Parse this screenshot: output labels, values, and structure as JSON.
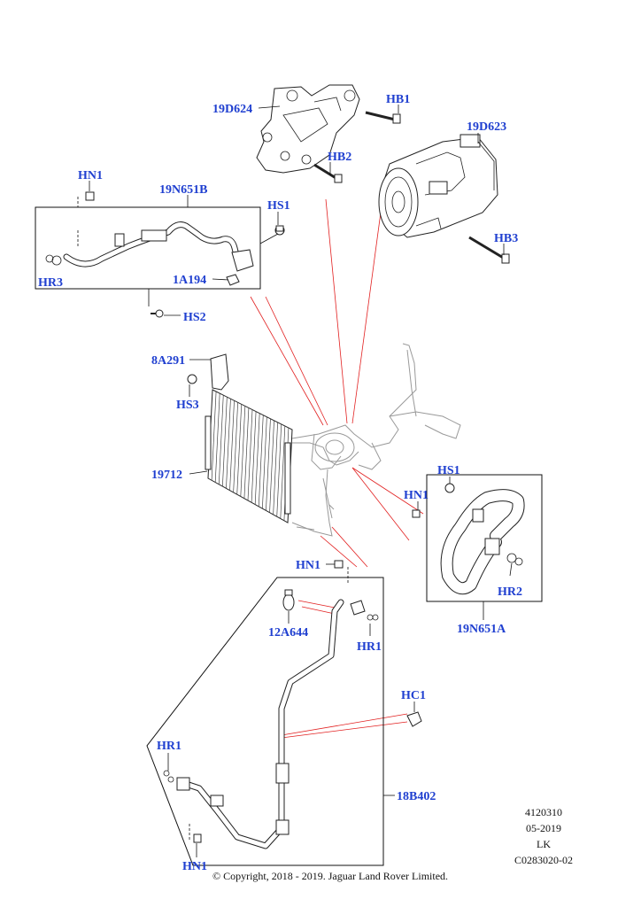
{
  "labels": {
    "bracket": "19D624",
    "bolt_hb1": "HB1",
    "compressor": "19D623",
    "bolt_hb2": "HB2",
    "bolt_hb3": "HB3",
    "nut_hn1_top": "HN1",
    "hose_upper": "19N651B",
    "screw_hs1_top": "HS1",
    "ring_hr3": "HR3",
    "clip_1a194": "1A194",
    "screw_hs2": "HS2",
    "bracket_8a291": "8A291",
    "screw_hs3": "HS3",
    "condenser": "19712",
    "screw_hs1_right": "HS1",
    "nut_hn1_right": "HN1",
    "ring_hr2": "HR2",
    "hose_right": "19N651A",
    "nut_hn1_mid": "HN1",
    "switch_12a644": "12A644",
    "ring_hr1_upper": "HR1",
    "clip_hc1": "HC1",
    "ring_hr1_lower": "HR1",
    "pipe_lower": "18B402",
    "nut_hn1_bottom": "HN1"
  },
  "meta": {
    "ref": "4120310",
    "date": "05-2019",
    "region": "LK",
    "code": "C0283020-02"
  },
  "copyright": "© Copyright, 2018 - 2019. Jaguar Land Rover Limited.",
  "colors": {
    "label": "#1f3fd0",
    "leader_red": "#e22020",
    "line": "#111111"
  }
}
